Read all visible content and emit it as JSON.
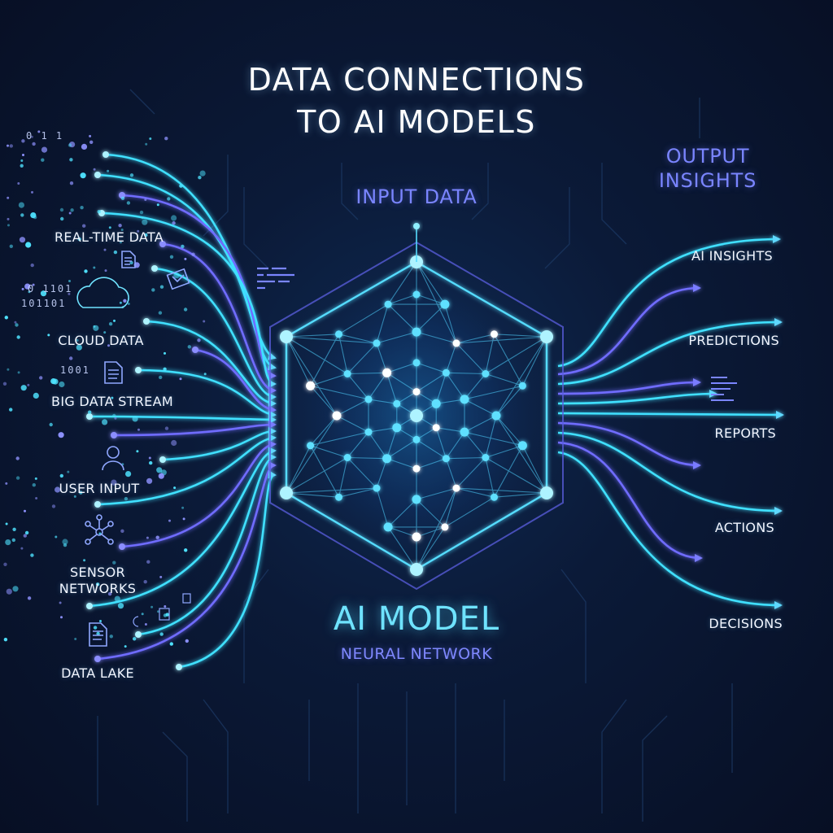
{
  "title": {
    "line1": "DATA CONNECTIONS",
    "line2": "TO AI MODELS"
  },
  "input_heading": "INPUT DATA",
  "output_heading": {
    "line1": "OUTPUT",
    "line2": "INSIGHTS"
  },
  "center": {
    "title": "AI MODEL",
    "subtitle": "NEURAL NETWORK"
  },
  "sources": [
    {
      "label": "REAL-TIME DATA",
      "icon": "document-icon"
    },
    {
      "label": "CLOUD DATA",
      "icon": "cloud-icon"
    },
    {
      "label": "BIG DATA STREAM",
      "icon": "document-icon"
    },
    {
      "label": "USER INPUT",
      "icon": "user-icon"
    },
    {
      "label": "SENSOR",
      "label2": "NETWORKS",
      "icon": "network-icon"
    },
    {
      "label": "DATA LAKE",
      "icon": "document-icon"
    }
  ],
  "outputs": [
    {
      "label": "AI INSIGHTS"
    },
    {
      "label": "PREDICTIONS"
    },
    {
      "label": "REPORTS"
    },
    {
      "label": "ACTIONS"
    },
    {
      "label": "DECISIONS"
    }
  ],
  "binary": [
    "0  1  1",
    "0 1101",
    "101101",
    "1001"
  ],
  "colors": {
    "cyan": "#3fe0ff",
    "violet": "#6f6cff",
    "glow": "#aef3ff",
    "background": "#0b1a38"
  }
}
